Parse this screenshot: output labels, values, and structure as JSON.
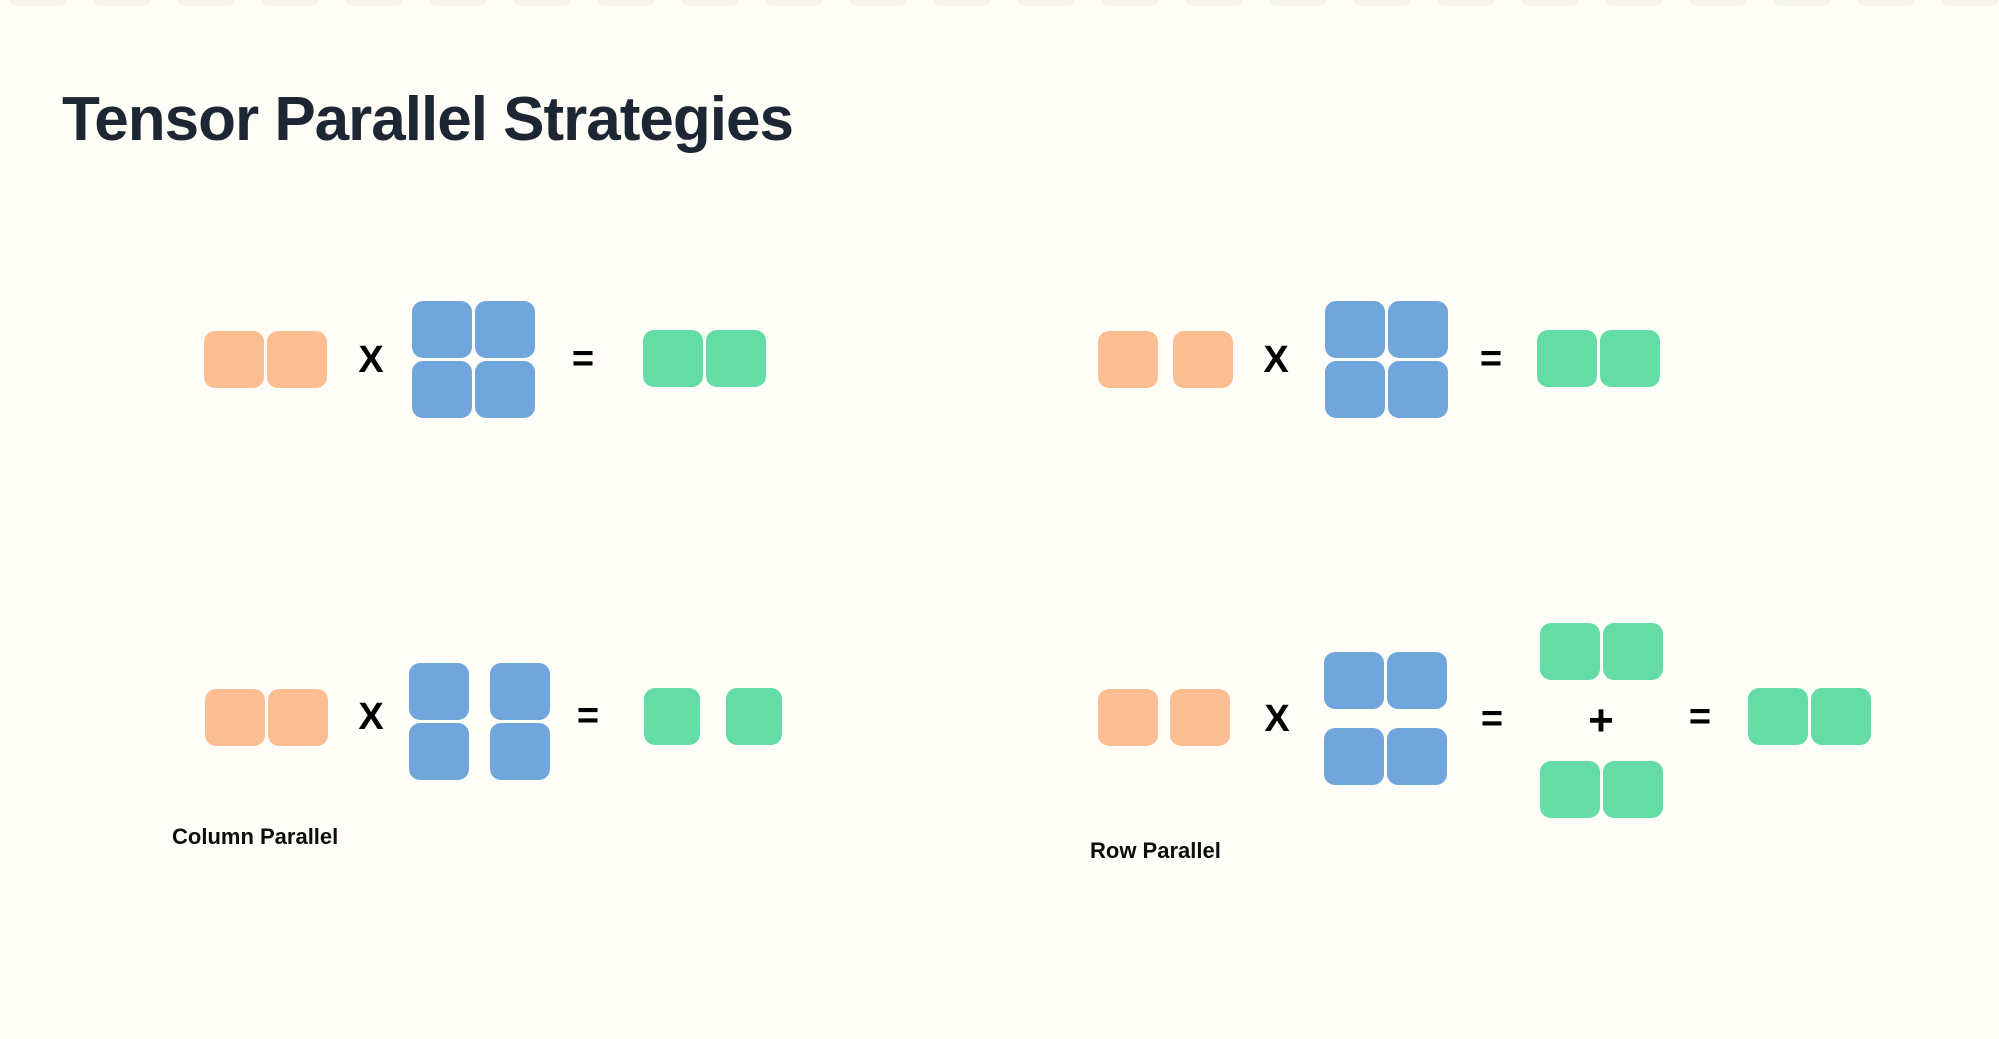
{
  "title": "Tensor Parallel Strategies",
  "colors": {
    "background": "#FFFDF7",
    "top_strip": "#F4F3ED",
    "title_text": "#1C2733",
    "label_text": "#0D0D0D",
    "operator_text": "#000000",
    "input_orange": "#FBBE92",
    "weight_blue": "#70A6DB",
    "output_green": "#64DCA6"
  },
  "top_strip": {
    "tile_count": 24
  },
  "operators": {
    "multiply": "X",
    "equals": "=",
    "plus": "+"
  },
  "equations": {
    "dense_left": {
      "input_tiles": 2,
      "input_color": "orange",
      "input_split": false,
      "weight_rows": 2,
      "weight_cols": 2,
      "weight_color": "blue",
      "weight_split": "none",
      "output_tiles": 2,
      "output_color": "green",
      "output_split": false,
      "label": ""
    },
    "dense_right": {
      "input_tiles": 2,
      "input_color": "orange",
      "input_split": true,
      "weight_rows": 2,
      "weight_cols": 2,
      "weight_color": "blue",
      "weight_split": "none",
      "output_tiles": 2,
      "output_color": "green",
      "output_split": false,
      "label": ""
    },
    "column_parallel": {
      "input_tiles": 2,
      "input_color": "orange",
      "input_split": false,
      "weight_rows": 2,
      "weight_cols": 2,
      "weight_color": "blue",
      "weight_split": "column",
      "output_tiles": 2,
      "output_color": "green",
      "output_split": true,
      "label": "Column Parallel"
    },
    "row_parallel": {
      "input_tiles": 2,
      "input_color": "orange",
      "input_split": true,
      "weight_rows": 2,
      "weight_cols": 2,
      "weight_color": "blue",
      "weight_split": "row",
      "partial_results": 2,
      "partial_tiles_each": 2,
      "partial_color": "green",
      "output_tiles": 2,
      "output_color": "green",
      "output_split": false,
      "label": "Row Parallel"
    }
  }
}
